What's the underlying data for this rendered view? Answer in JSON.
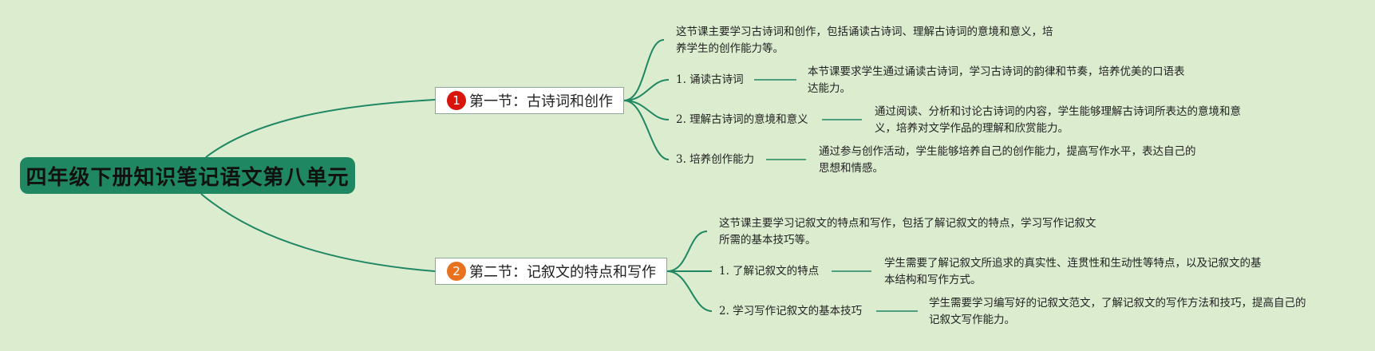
{
  "root": {
    "title": "四年级下册知识笔记语文第八单元"
  },
  "colors": {
    "background": "#dbeccf",
    "root_fill": "#1f8761",
    "line": "#1f8761",
    "badge1": "#d8140c",
    "badge2": "#e8711d"
  },
  "sections": [
    {
      "badge": "1",
      "title": "第一节：古诗词和创作",
      "summary": [
        "这节课主要学习古诗词和创作，包括诵读古诗词、理解古诗词的意境和意义，培",
        "养学生的创作能力等。"
      ],
      "items": [
        {
          "label": "1. 诵读古诗词",
          "detail": [
            "本节课要求学生通过诵读古诗词，学习古诗词的韵律和节奏，培养优美的口语表",
            "达能力。"
          ]
        },
        {
          "label": "2. 理解古诗词的意境和意义",
          "detail": [
            "通过阅读、分析和讨论古诗词的内容，学生能够理解古诗词所表达的意境和意",
            "义，培养对文学作品的理解和欣赏能力。"
          ]
        },
        {
          "label": "3. 培养创作能力",
          "detail": [
            "通过参与创作活动，学生能够培养自己的创作能力，提高写作水平，表达自己的",
            "思想和情感。"
          ]
        }
      ]
    },
    {
      "badge": "2",
      "title": "第二节：记叙文的特点和写作",
      "summary": [
        "这节课主要学习记叙文的特点和写作，包括了解记叙文的特点，学习写作记叙文",
        "所需的基本技巧等。"
      ],
      "items": [
        {
          "label": "1. 了解记叙文的特点",
          "detail": [
            "学生需要了解记叙文所追求的真实性、连贯性和生动性等特点，以及记叙文的基",
            "本结构和写作方式。"
          ]
        },
        {
          "label": "2. 学习写作记叙文的基本技巧",
          "detail": [
            "学生需要学习编写好的记叙文范文，了解记叙文的写作方法和技巧，提高自己的",
            "记叙文写作能力。"
          ]
        }
      ]
    }
  ]
}
